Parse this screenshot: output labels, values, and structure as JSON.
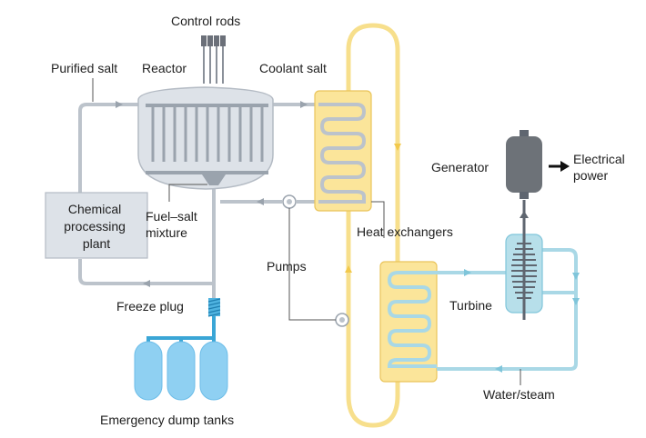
{
  "labels": {
    "control_rods": "Control rods",
    "purified_salt": "Purified salt",
    "reactor": "Reactor",
    "coolant_salt": "Coolant salt",
    "chemical_processing_plant": [
      "Chemical",
      "processing",
      "plant"
    ],
    "fuel_salt_mixture": [
      "Fuel–salt",
      "mixture"
    ],
    "heat_exchangers": "Heat exchangers",
    "pumps": "Pumps",
    "generator": "Generator",
    "electrical_power": [
      "Electrical",
      "power"
    ],
    "turbine": "Turbine",
    "freeze_plug": "Freeze plug",
    "water_steam": "Water/steam",
    "emergency_dump_tanks": "Emergency dump tanks"
  },
  "colors": {
    "grey_loop": "#bcc3cb",
    "vessel_fill": "#dde2e8",
    "vessel_stroke": "#b4bbc4",
    "coolant_loop": "#f7df8c",
    "exchanger_fill": "#fbe59a",
    "exchanger_stroke": "#eac45a",
    "steam_loop": "#a9d8e6",
    "turbine_fill": "#b7dfea",
    "dump_tank_blue": "#4fb3e0",
    "dump_tank_light": "#8fd0f2",
    "generator_fill": "#6d7278",
    "text": "#1e1e1e",
    "leader_line": "#555555"
  }
}
